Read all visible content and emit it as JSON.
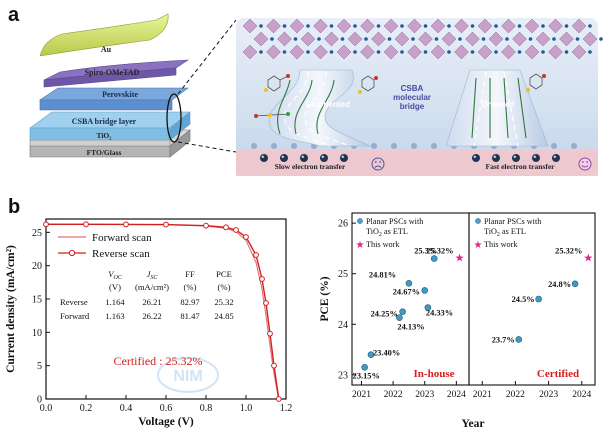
{
  "panel_a": {
    "letter": "a",
    "layers": [
      "Au",
      "Spiro-OMeTAD",
      "Perovskite",
      "CSBA bridge layer",
      "TiO₂",
      "FTO/Glass"
    ],
    "left_label": "Disoriented",
    "right_label": "Oriented",
    "center_label_lines": [
      "CSBA",
      "molecular",
      "bridge"
    ],
    "slow_label": "Slow electron transfer",
    "fast_label": "Fast electron transfer",
    "colors": {
      "octahedra": "#c9a0c8",
      "cation": "#1e5aa0",
      "background": "#dde7f2",
      "stripe": "#f2c6cc"
    }
  },
  "panel_b": {
    "letter": "b",
    "watermark": "NIM",
    "certified_text": "Certified : 25.32%"
  },
  "chart_data": [
    {
      "type": "line",
      "xlabel": "Voltage (V)",
      "ylabel": "Current density (mA/cm²)",
      "xlim": [
        0.0,
        1.2
      ],
      "ylim": [
        0,
        27
      ],
      "xticks": [
        "0.0",
        "0.2",
        "0.4",
        "0.6",
        "0.8",
        "1.0",
        "1.2"
      ],
      "yticks": [
        "0",
        "5",
        "10",
        "15",
        "20",
        "25"
      ],
      "legend_position": "top-left",
      "series": [
        {
          "name": "Forward scan",
          "color": "#e07070",
          "x": [
            0.0,
            0.2,
            0.4,
            0.6,
            0.8,
            0.9,
            0.95,
            1.0,
            1.05,
            1.08,
            1.1,
            1.12,
            1.14,
            1.163
          ],
          "y": [
            26.22,
            26.21,
            26.19,
            26.15,
            25.95,
            25.6,
            25.1,
            23.8,
            20.5,
            16.5,
            12.5,
            8.0,
            3.8,
            0
          ]
        },
        {
          "name": "Reverse scan",
          "color": "#d02020",
          "x": [
            0.0,
            0.2,
            0.4,
            0.6,
            0.8,
            0.9,
            0.95,
            1.0,
            1.05,
            1.08,
            1.1,
            1.12,
            1.14,
            1.164
          ],
          "y": [
            26.21,
            26.2,
            26.19,
            26.16,
            26.0,
            25.75,
            25.35,
            24.3,
            21.6,
            18.0,
            14.4,
            9.8,
            5.0,
            0
          ]
        }
      ],
      "table": {
        "headers": [
          "",
          "V_OC",
          "J_SC",
          "FF",
          "PCE"
        ],
        "units": [
          "",
          "(V)",
          "(mA/cm²)",
          "(%)",
          "(%)"
        ],
        "rows": [
          [
            "Reverse",
            "1.164",
            "26.21",
            "82.97",
            "25.32"
          ],
          [
            "Forward",
            "1.163",
            "26.22",
            "81.47",
            "24.85"
          ]
        ]
      }
    },
    {
      "type": "scatter",
      "xlabel": "Year",
      "ylabel": "PCE (%)",
      "ylim": [
        22.8,
        26.2
      ],
      "yticks": [
        "23",
        "24",
        "25",
        "26"
      ],
      "legend": [
        "Planar PSCs with TiO₂ as ETL",
        "This work"
      ],
      "subplots": [
        {
          "name": "In-house",
          "xlim": [
            2020.7,
            2024.4
          ],
          "xticks": [
            "2021",
            "2022",
            "2023",
            "2024"
          ],
          "points": [
            {
              "x": 2021.1,
              "y": 23.15,
              "label": "23.15%"
            },
            {
              "x": 2021.3,
              "y": 23.4,
              "label": "23.40%"
            },
            {
              "x": 2022.2,
              "y": 24.13,
              "label": "24.13%"
            },
            {
              "x": 2022.3,
              "y": 24.25,
              "label": "24.25%"
            },
            {
              "x": 2022.5,
              "y": 24.81,
              "label": "24.81%"
            },
            {
              "x": 2023.0,
              "y": 24.67,
              "label": "24.67%"
            },
            {
              "x": 2023.1,
              "y": 24.33,
              "label": "24.33%"
            },
            {
              "x": 2023.3,
              "y": 25.3,
              "label": "25.3%"
            }
          ],
          "this_work": {
            "x": 2024.1,
            "y": 25.32,
            "label": "25.32%"
          }
        },
        {
          "name": "Certified",
          "xlim": [
            2020.6,
            2024.4
          ],
          "xticks": [
            "2021",
            "2022",
            "2023",
            "2024"
          ],
          "points": [
            {
              "x": 2022.1,
              "y": 23.7,
              "label": "23.7%"
            },
            {
              "x": 2022.7,
              "y": 24.5,
              "label": "24.5%"
            },
            {
              "x": 2023.8,
              "y": 24.8,
              "label": "24.8%"
            }
          ],
          "this_work": {
            "x": 2024.2,
            "y": 25.32,
            "label": "25.32%"
          }
        }
      ]
    }
  ]
}
